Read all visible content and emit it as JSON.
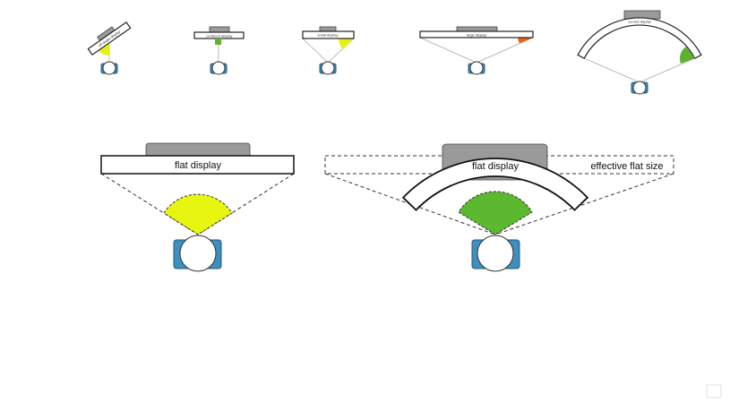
{
  "small_diagrams": [
    {
      "label": "off-angle display",
      "accent": "#e4f016"
    },
    {
      "label": "centered display",
      "accent": "#5fb030"
    },
    {
      "label": "small display",
      "accent": "#e4f016"
    },
    {
      "label": "large display",
      "accent": "#f0601a"
    },
    {
      "label": "curved display",
      "accent": "#5fb030"
    }
  ],
  "large_diagrams": {
    "flat": {
      "label": "flat display",
      "accent": "#e8f510"
    },
    "curved": {
      "label": "flat display",
      "effective_label": "effective flat size",
      "accent": "#5cb82e"
    }
  },
  "colors": {
    "person": "#3d8fc0",
    "stand": "#9a9a9a"
  }
}
